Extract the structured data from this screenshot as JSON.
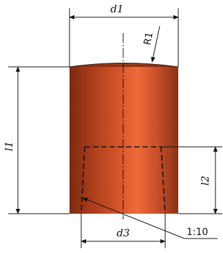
{
  "labels": {
    "d1": "d1",
    "r1": "R1",
    "l1": "l1",
    "l2": "l2",
    "d3": "d3",
    "taper": "1:10"
  },
  "colors": {
    "body_dark": "#8a2f12",
    "body_mid": "#c24a22",
    "body_light": "#f06a3a",
    "line": "#111111"
  }
}
